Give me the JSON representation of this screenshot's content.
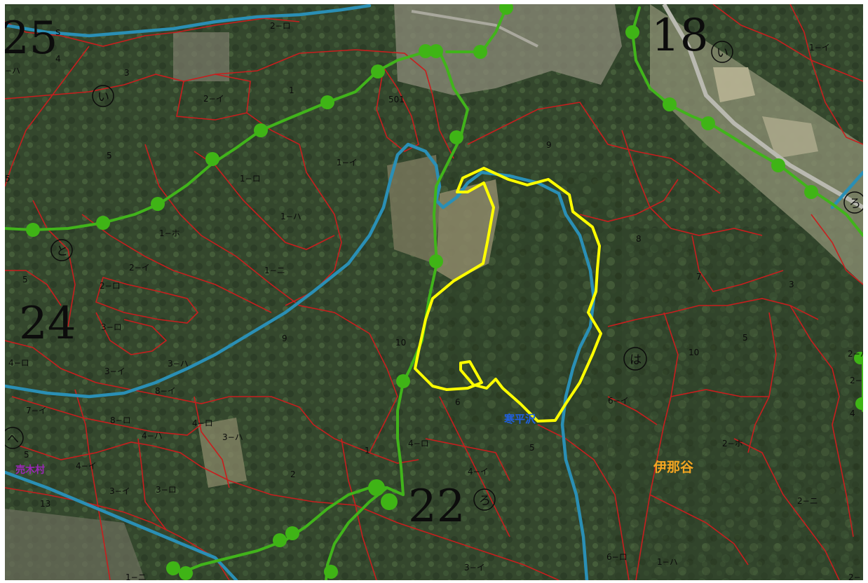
{
  "sections": {
    "s25": "25",
    "s25_suffix": "s",
    "s18": "18",
    "s24": "24",
    "s22": "22"
  },
  "circled": {
    "i_topleft": "い",
    "to": "と",
    "he": "へ",
    "i_topright": "い",
    "ro_right": "ろ",
    "ha": "は",
    "ro_bottom": "ろ"
  },
  "places": {
    "inadani": "伊那谷",
    "urugimura": "売木村",
    "river_label": "寒平沢"
  },
  "lots": {
    "l_2ro_top": "2−ロ",
    "l_4_tl": "4",
    "l_ha_edge": "−ハ",
    "l_3_tl": "3",
    "l_2i_tl": "2−イ",
    "l_1_top": "1",
    "l_501": "501",
    "l_5_left": "5",
    "l_5_edge": "5",
    "l_1ro": "1−ロ",
    "l_1i_center": "1−イ",
    "l_1ha": "1−ハ",
    "l_1ho": "1−ホ",
    "l_1ni": "1−ニ",
    "l_5_to": "5",
    "l_2i_mid": "2−イ",
    "l_2ro_mid": "2−ロ",
    "l_3ro_mid": "3−ロ",
    "l_3i_mid": "3−イ",
    "l_3ha_mid": "3−ハ",
    "l_8i": "8−イ",
    "l_4ro_left": "4−ロ",
    "l_7i": "7−イ",
    "l_8ro": "8−ロ",
    "l_4ro_mid": "4−ロ",
    "l_4ha": "4−ハ",
    "l_3ha_low": "3−ハ",
    "l_5_he": "5",
    "l_4i_low": "4−イ",
    "l_3i_low": "3−イ",
    "l_3ro_low": "3−ロ",
    "l_13": "13",
    "l_2_low": "2",
    "l_1_low": "1",
    "l_9_mid": "9",
    "l_10_mid": "10",
    "l_4ro_22": "4−ロ",
    "l_4i_22": "4−イ",
    "l_6_22": "6",
    "l_5_22": "5",
    "l_3i_bottom": "3−イ",
    "l_1ni_bottom": "1−ニ",
    "l_9_top": "9",
    "l_8_right": "8",
    "l_7_right": "7",
    "l_3_right": "3",
    "l_10_right": "10",
    "l_5_right": "5",
    "l_6i": "6−イ",
    "l_2ho": "2−ホ",
    "l_2ni": "2−ニ",
    "l_4_right": "4",
    "l_2ha_right": "2−ハ",
    "l_2_edge_right": "2−",
    "l_1i_top_right": "1−イ",
    "l_6ro": "6−ロ",
    "l_1ha_bottom": "1−ハ",
    "l_2_bottom_right": "2−"
  },
  "colors": {
    "lot_boundary": "#c81e1e",
    "river": "#2a8fb5",
    "route": "#41b41b",
    "highlight_area": "#ffff00",
    "label_orange": "#f3a521",
    "label_purple": "#9b27b8",
    "label_blue": "#1f5fe0"
  }
}
